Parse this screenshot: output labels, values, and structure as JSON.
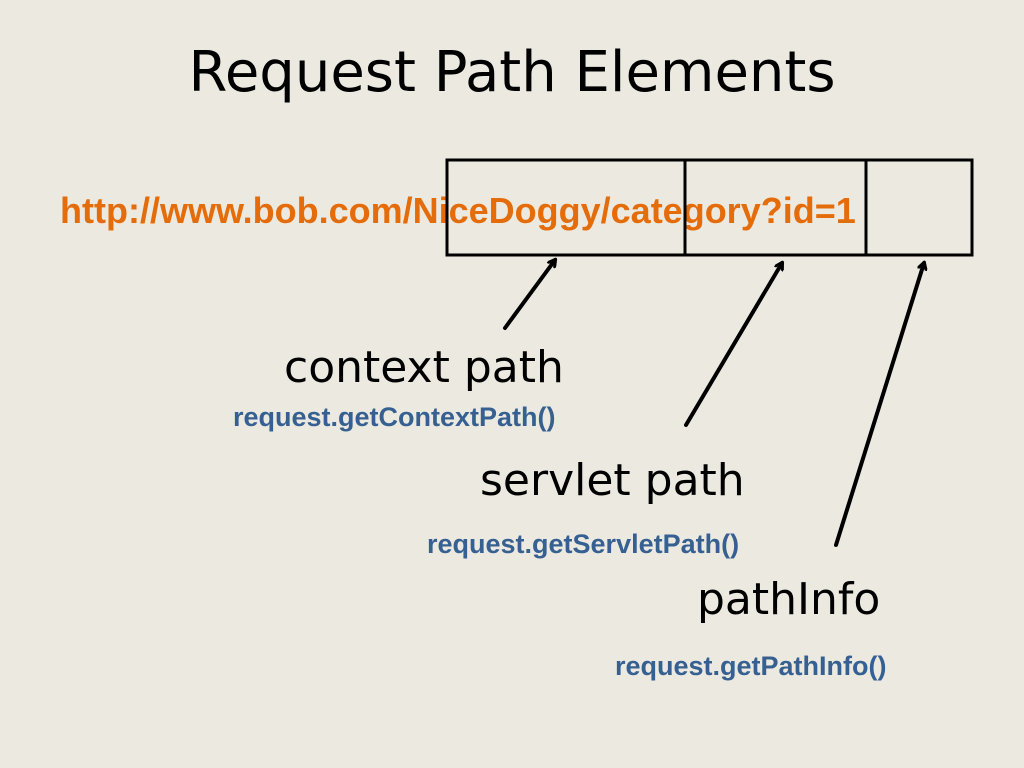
{
  "slide": {
    "title": "Request Path Elements",
    "url": "http://www.bob.com/NiceDoggy/category?id=1",
    "segments": [
      {
        "label": "context path",
        "method": "request.getContextPath()"
      },
      {
        "label": "servlet path",
        "method": "request.getServletPath()"
      },
      {
        "label": "pathInfo",
        "method": "request.getPathInfo()"
      }
    ]
  },
  "colors": {
    "background": "#ECEAE0",
    "url": "#E46C0A",
    "method": "#376092",
    "text": "#000000"
  }
}
